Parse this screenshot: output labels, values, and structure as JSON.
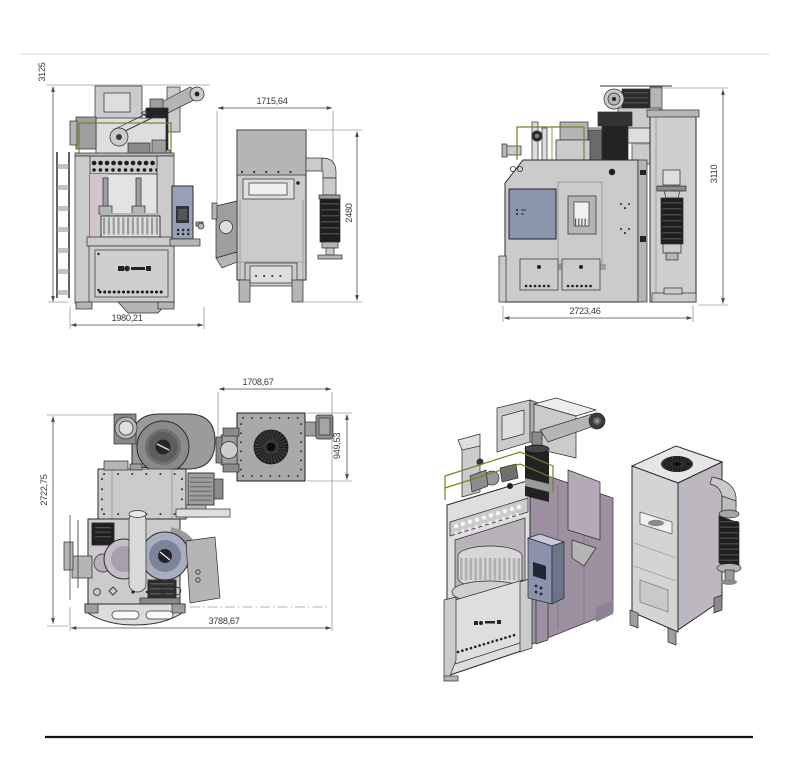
{
  "dimensions": {
    "front": {
      "machine_height": "3125",
      "machine_width": "1980,21",
      "collector_width": "1715,64",
      "collector_height": "2480"
    },
    "side": {
      "height": "3110",
      "width": "2723,46"
    },
    "plan": {
      "machine_depth": "2722,75",
      "collector_width": "1708,67",
      "collector_depth": "949,53",
      "overall_width": "3788,67"
    }
  },
  "colors": {
    "body_gray": "#cbcbcb",
    "side_panel_mauve": "#9c90a1",
    "door_blue": "#8b95ac",
    "control_panel_blue": "#aab3c6",
    "railing_olive": "#7e7e24",
    "silencer_black": "#1f1f1f",
    "dimension_line": "#4a4a4a"
  }
}
